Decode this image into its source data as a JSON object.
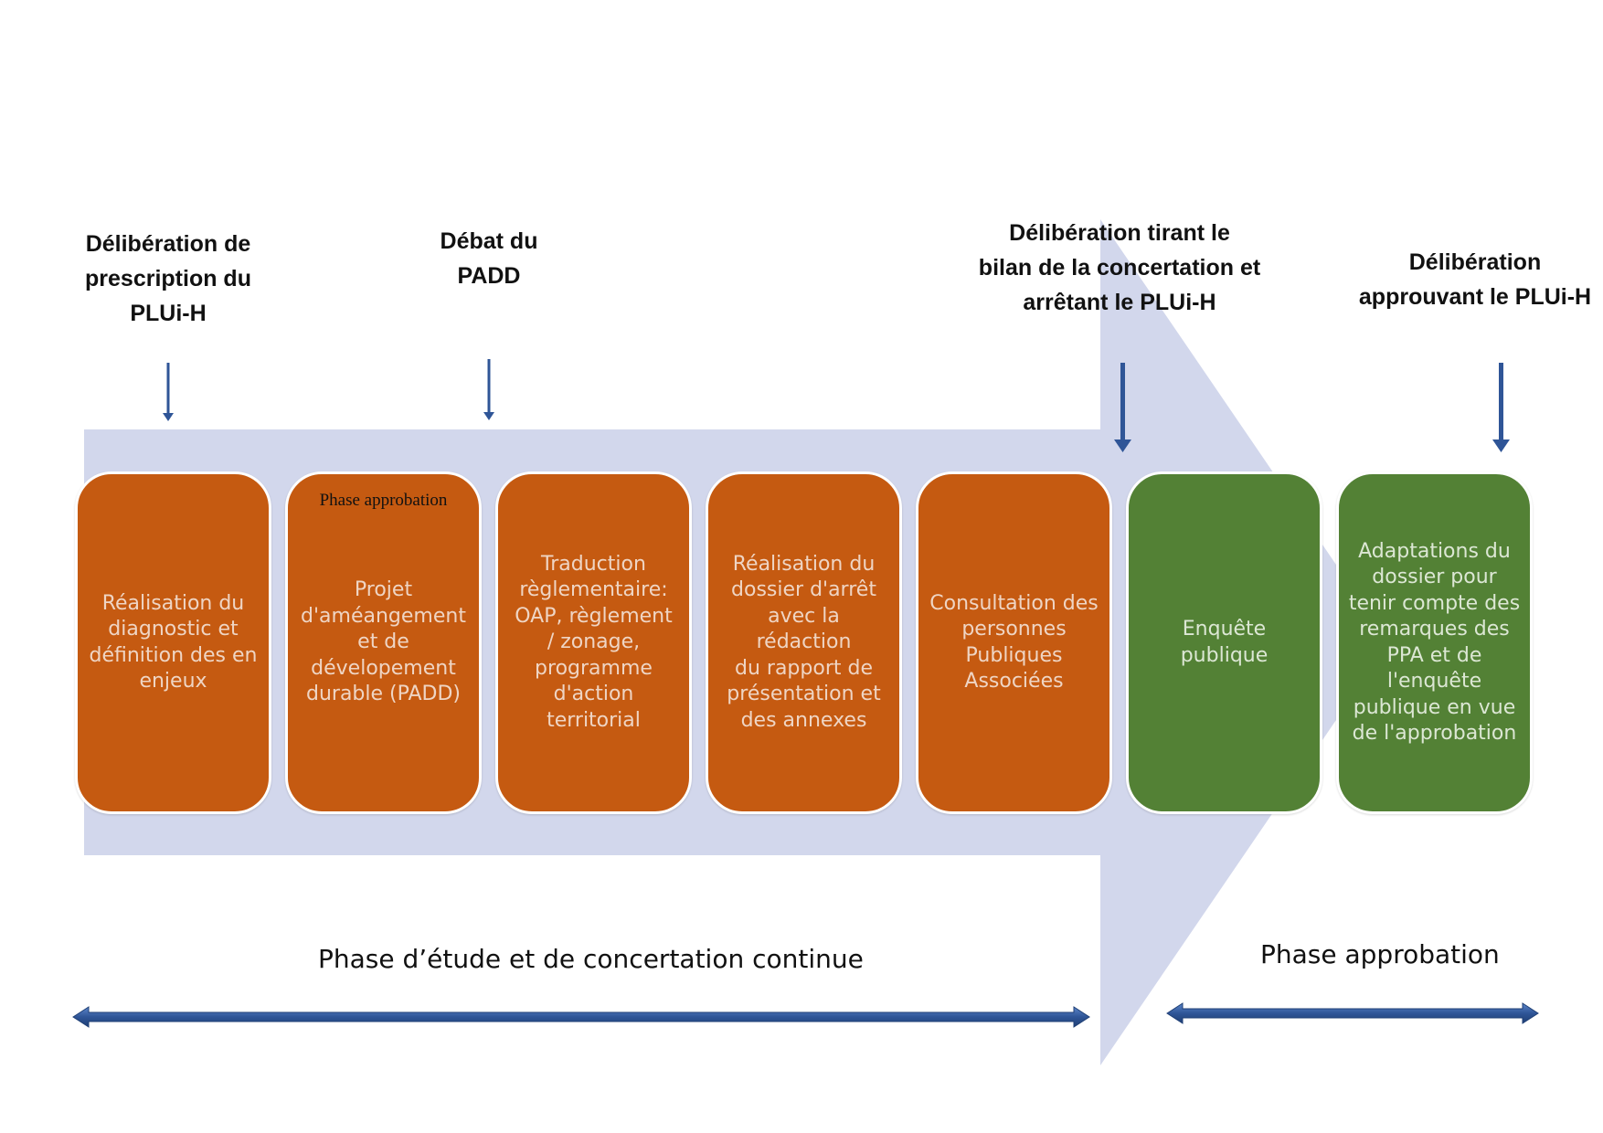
{
  "milestones": [
    {
      "id": "prescription",
      "text": "Délibération de\nprescription du\nPLUi-H"
    },
    {
      "id": "padd",
      "text": "Débat du\nPADD"
    },
    {
      "id": "arret",
      "text": "Délibération tirant le\nbilan de la concertation et\narrêtant le PLUi-H"
    },
    {
      "id": "approbation",
      "text": "Délibération\napprouvant le PLUi-H"
    }
  ],
  "steps": [
    {
      "id": "diagnostic",
      "label": "Réalisation du\ndiagnostic et\ndéfinition des en\nenjeux",
      "phase": "etude"
    },
    {
      "id": "padd",
      "note": "Phase approbation",
      "label": "Projet\nd'améangement\net de\ndévelopement\ndurable (PADD)",
      "phase": "etude"
    },
    {
      "id": "traduction",
      "label": "Traduction\nrèglementaire:\nOAP, règlement\n/ zonage,\nprogramme\nd'action\nterritorial",
      "phase": "etude"
    },
    {
      "id": "dossier-arret",
      "label": "Réalisation du\ndossier d'arrêt\navec la rédaction\ndu rapport de\nprésentation et\ndes annexes",
      "phase": "etude"
    },
    {
      "id": "consultation",
      "label": "Consultation des\npersonnes\nPubliques\nAssociées",
      "phase": "etude"
    },
    {
      "id": "enquete",
      "label": "Enquête\npublique",
      "phase": "approbation"
    },
    {
      "id": "adaptations",
      "label": "Adaptations du\ndossier pour\ntenir compte des\nremarques  des\nPPA et de\nl'enquête\npublique en vue\nde l'approbation",
      "phase": "approbation"
    }
  ],
  "phases": {
    "etude": "Phase d’étude et de concertation continue",
    "approbation": "Phase approbation"
  },
  "colors": {
    "arrow_background": "#d2d7ec",
    "step_orange": "#c55a11",
    "step_green": "#538135",
    "marker_blue": "#2f5597"
  }
}
